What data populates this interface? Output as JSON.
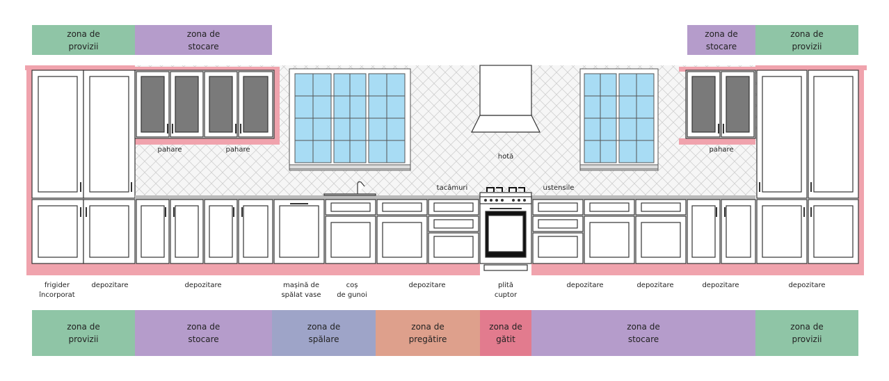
{
  "colors": {
    "provizii": "#8fc5a6",
    "stocare": "#b59ccb",
    "spalare": "#9ea4c8",
    "pregatire": "#dea08c",
    "gatit": "#e27b8e",
    "accent_pink": "#f0a3ad",
    "glass": "#a8dcf4",
    "dark_glass": "#7a7a7a"
  },
  "zones_top": [
    {
      "text": "zona de\nprovizii",
      "type": "provizii"
    },
    {
      "text": "zona de\nstocare",
      "type": "stocare"
    },
    {
      "text": "zona de\nstocare",
      "type": "stocare"
    },
    {
      "text": "zona de\nprovizii",
      "type": "provizii"
    }
  ],
  "zones_bottom": [
    {
      "text": "zona de\nprovizii",
      "type": "provizii"
    },
    {
      "text": "zona de\nstocare",
      "type": "stocare"
    },
    {
      "text": "zona de\nspălare",
      "type": "spalare"
    },
    {
      "text": "zona de\npregătire",
      "type": "pregatire"
    },
    {
      "text": "zona de\ngătit",
      "type": "gatit"
    },
    {
      "text": "zona de\nstocare",
      "type": "stocare"
    },
    {
      "text": "zona de\nprovizii",
      "type": "provizii"
    }
  ],
  "labels_upper": {
    "pahare_1": "pahare",
    "pahare_2": "pahare",
    "pahare_3": "pahare",
    "hota": "hotă",
    "tacamuri": "tacâmuri",
    "ustensile": "ustensile"
  },
  "labels_lower": [
    {
      "text": "frigider\nîncorporat"
    },
    {
      "text": "depozitare"
    },
    {
      "text": "depozitare"
    },
    {
      "text": "mașină de\nspălat vase"
    },
    {
      "text": "coș\nde gunoi"
    },
    {
      "text": "depozitare"
    },
    {
      "text": "plită\ncuptor"
    },
    {
      "text": "depozitare"
    },
    {
      "text": "depozitare"
    },
    {
      "text": "depozitare"
    },
    {
      "text": "depozitare"
    }
  ]
}
